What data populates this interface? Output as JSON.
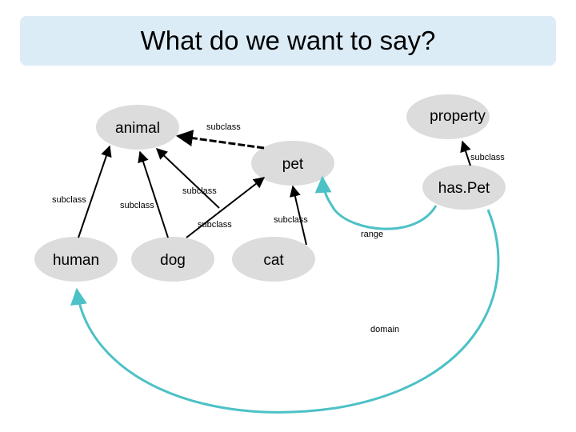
{
  "title": "What do we want to say?",
  "nodes": {
    "animal": "animal",
    "property": "property",
    "pet": "pet",
    "has_pet": "has.Pet",
    "human": "human",
    "dog": "dog",
    "cat": "cat"
  },
  "edge_labels": {
    "pet_subclass_animal": "subclass",
    "haspet_subclass_property": "subclass",
    "human_subclass_animal": "subclass",
    "dog_subclass_animal": "subclass",
    "animal_subclass_pet_from_cat": "subclass",
    "dog_subclass_pet": "subclass",
    "cat_subclass_pet": "subclass",
    "range": "range",
    "domain": "domain"
  },
  "colors": {
    "node_fill": "#dcdcdc",
    "edge": "#000000",
    "relation_edge": "#4cc1c6",
    "title_bg": "#dcecf7"
  }
}
